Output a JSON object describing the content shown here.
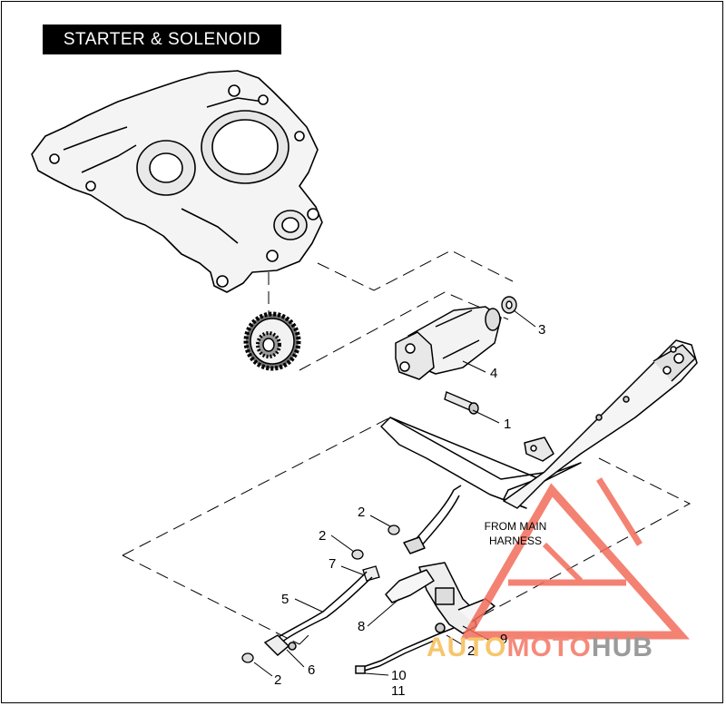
{
  "title": "STARTER & SOLENOID",
  "harness_label": {
    "line1": "FROM MAIN",
    "line2": "HARNESS"
  },
  "callouts": {
    "c1": "1",
    "c2a": "2",
    "c2b": "2",
    "c2c": "2",
    "c2d": "2",
    "c3": "3",
    "c4": "4",
    "c5": "5",
    "c6": "6",
    "c7": "7",
    "c8": "8",
    "c9": "9",
    "c10": "10",
    "c11": "11"
  },
  "watermark": {
    "part1": "AUTO",
    "part2": "MOTO",
    "part3": "HUB",
    "colors": {
      "auto": "#f7c56b",
      "moto": "#f58a7a",
      "hub": "#9b9b9b",
      "triangle": "#f26d5b"
    }
  }
}
